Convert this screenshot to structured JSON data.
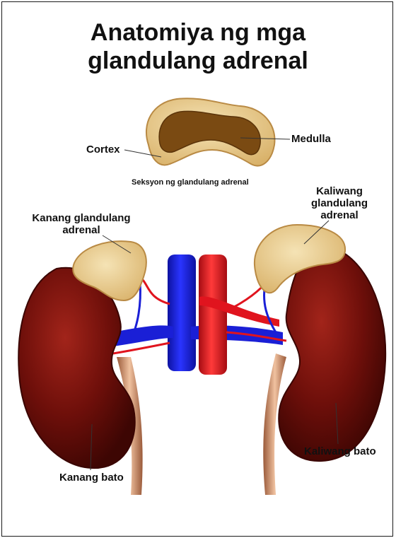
{
  "title_line1": "Anatomiya ng mga",
  "title_line2": "glandulang adrenal",
  "labels": {
    "cortex": "Cortex",
    "medulla": "Medulla",
    "section": "Seksyon ng glandulang adrenal",
    "right_gland_line1": "Kanang glandulang",
    "right_gland_line2": "adrenal",
    "left_gland_line1": "Kaliwang",
    "left_gland_line2": "glandulang",
    "left_gland_line3": "adrenal",
    "right_kidney": "Kanang bato",
    "left_kidney": "Kaliwang bato"
  },
  "colors": {
    "kidney": "#6e0f0a",
    "gland": "#e8cf94",
    "medulla": "#7a4a12",
    "vein": "#1a1fd6",
    "artery": "#e0141e",
    "ureter": "#d9a07a"
  }
}
